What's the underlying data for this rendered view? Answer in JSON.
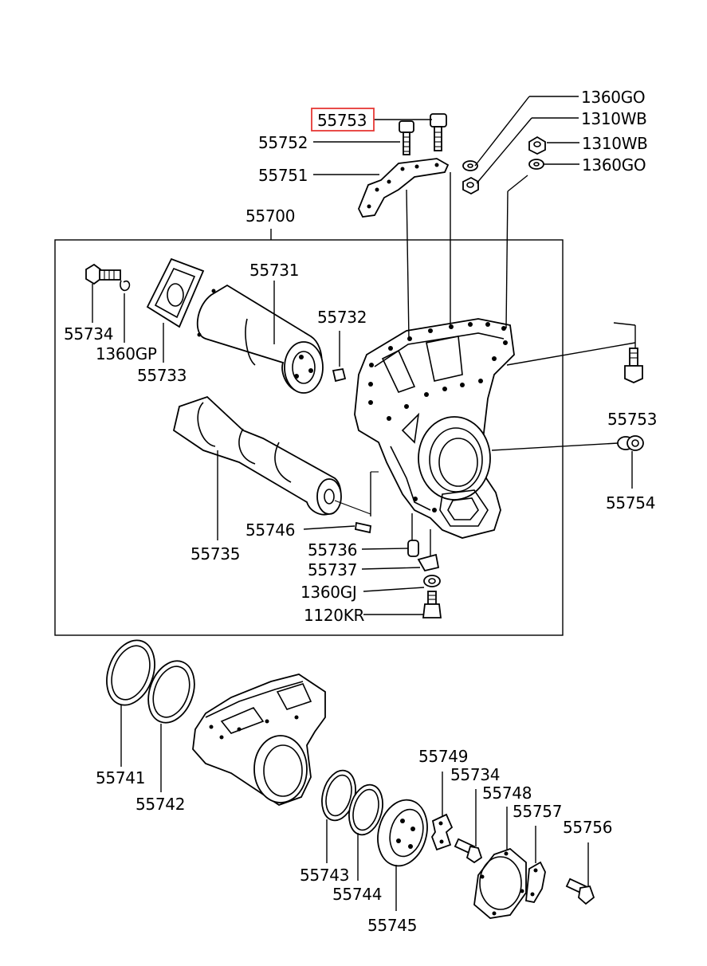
{
  "highlight_color": "#e53935",
  "highlighted_part": "55753",
  "labels": {
    "p55753_top": "55753",
    "p55752": "55752",
    "p55751": "55751",
    "p55700": "55700",
    "p1360GO_a": "1360GO",
    "p1310WB_a": "1310WB",
    "p1310WB_b": "1310WB",
    "p1360GO_b": "1360GO",
    "p55731": "55731",
    "p55732": "55732",
    "p55734_a": "55734",
    "p1360GP": "1360GP",
    "p55733": "55733",
    "p55753_side": "55753",
    "p55754": "55754",
    "p55746": "55746",
    "p55735": "55735",
    "p55736": "55736",
    "p55737": "55737",
    "p1360GJ": "1360GJ",
    "p1120KR": "1120KR",
    "p55741": "55741",
    "p55742": "55742",
    "p55749": "55749",
    "p55734_b": "55734",
    "p55748": "55748",
    "p55757": "55757",
    "p55756": "55756",
    "p55743": "55743",
    "p55744": "55744",
    "p55745": "55745"
  }
}
